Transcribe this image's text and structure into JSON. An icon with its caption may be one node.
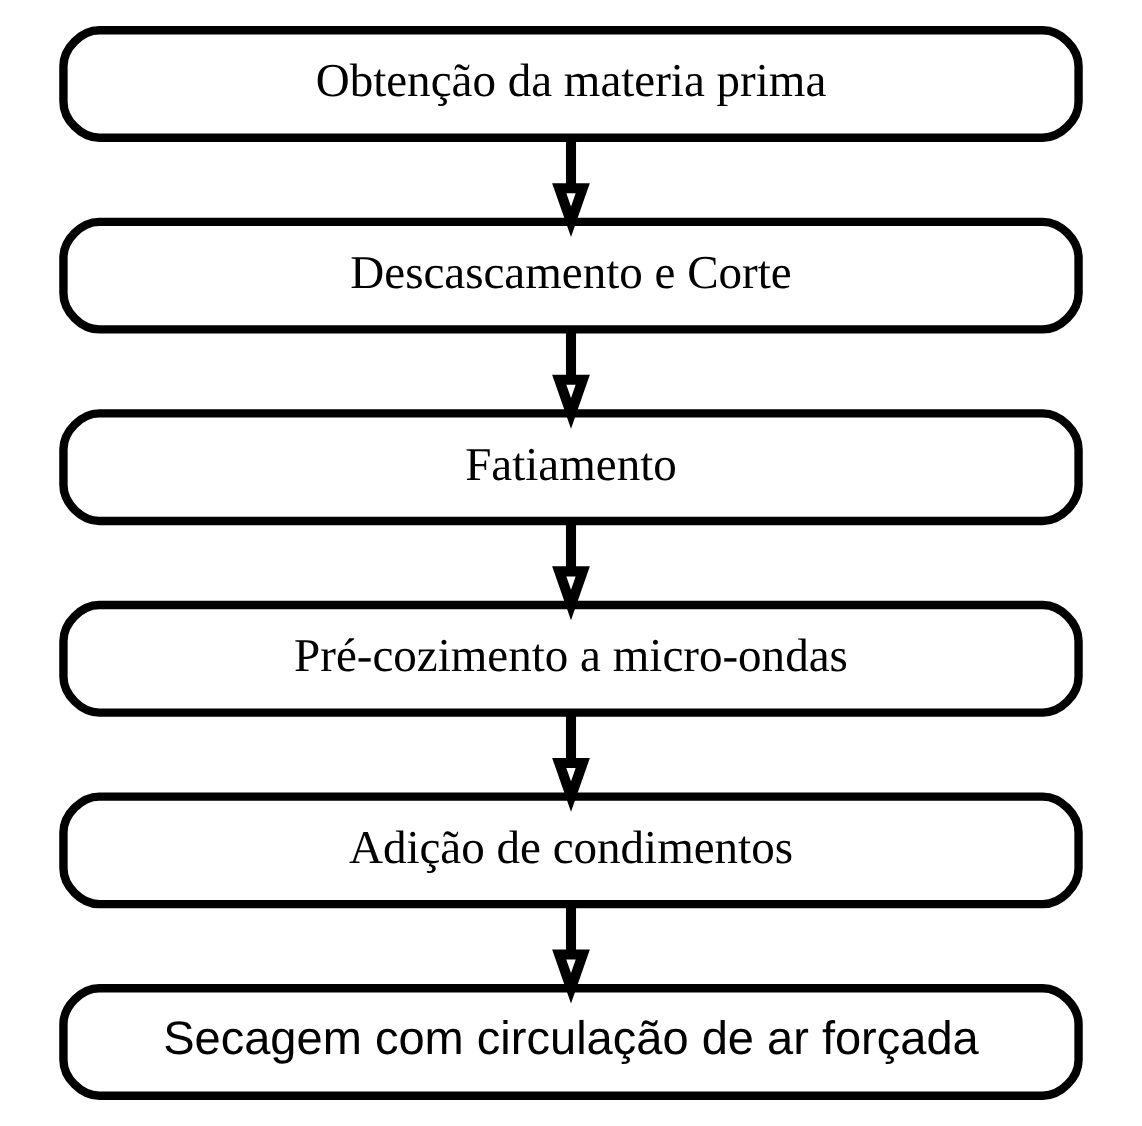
{
  "diagram": {
    "nodes": [
      {
        "text": [
          "Obtenção da materia prima"
        ]
      },
      {
        "text": [
          "Descascamento e Corte"
        ]
      },
      {
        "text": [
          "Fatiamento"
        ]
      },
      {
        "text": [
          "Pré-cozimento a micro-ondas"
        ]
      },
      {
        "text": [
          "Adição de condimentos"
        ]
      },
      {
        "text": [
          "Secagem com circulação de ar forçada"
        ]
      }
    ],
    "edges": [
      {
        "from": 0,
        "to": 1,
        "arrow": "to"
      },
      {
        "from": 1,
        "to": 2,
        "arrow": "to"
      },
      {
        "from": 2,
        "to": 3,
        "arrow": "to"
      },
      {
        "from": 3,
        "to": 4,
        "arrow": "to"
      },
      {
        "from": 4,
        "to": 5,
        "arrow": "to"
      }
    ]
  }
}
